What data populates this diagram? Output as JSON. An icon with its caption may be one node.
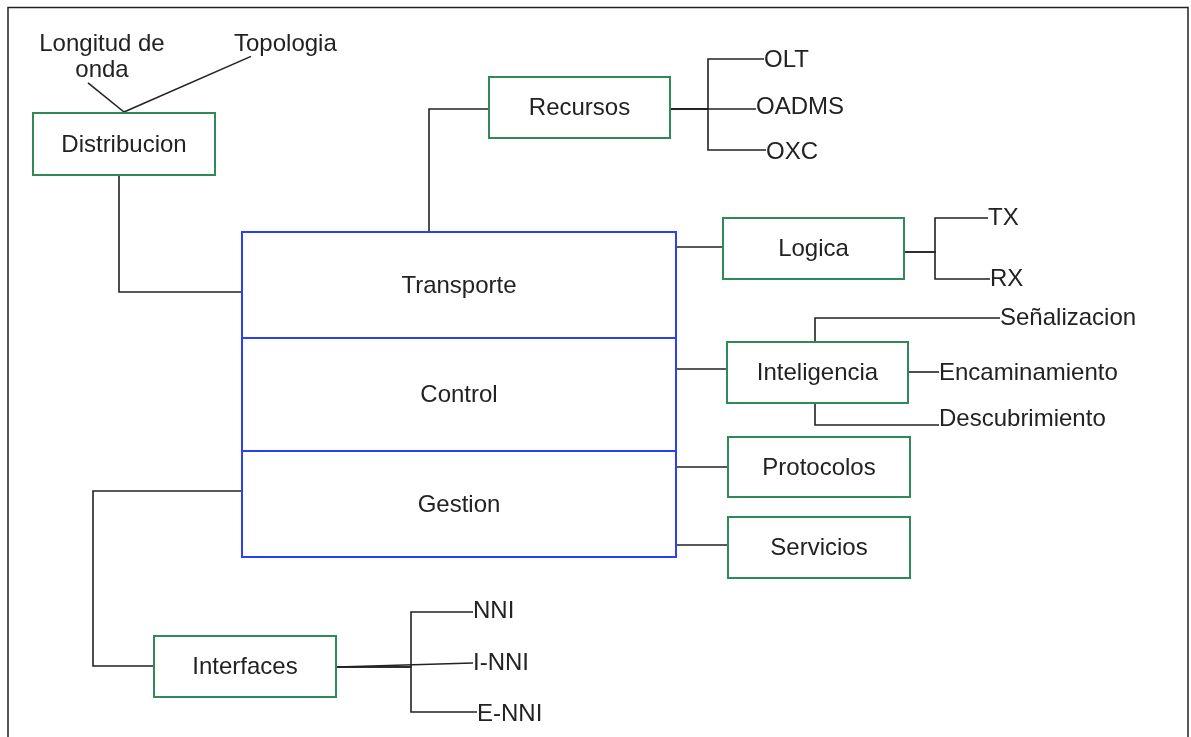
{
  "diagram": {
    "nodes": [
      {
        "text": [
          "Longitud de onda"
        ]
      },
      {
        "text": [
          "Topologia"
        ]
      },
      {
        "text": [
          "Distribucion"
        ]
      },
      {
        "text": [
          "Recursos"
        ]
      },
      {
        "text": [
          "OLT"
        ]
      },
      {
        "text": [
          "OADMS"
        ]
      },
      {
        "text": [
          "OXC"
        ]
      },
      {
        "text": [
          "Transporte"
        ]
      },
      {
        "text": [
          "Control"
        ]
      },
      {
        "text": [
          "Gestion"
        ]
      },
      {
        "text": [
          "Logica"
        ]
      },
      {
        "text": [
          "TX"
        ]
      },
      {
        "text": [
          "RX"
        ]
      },
      {
        "text": [
          "Inteligencia"
        ]
      },
      {
        "text": [
          "Señalizacion"
        ]
      },
      {
        "text": [
          "Encaminamiento"
        ]
      },
      {
        "text": [
          "Descubrimiento"
        ]
      },
      {
        "text": [
          "Protocolos"
        ]
      },
      {
        "text": [
          "Servicios"
        ]
      },
      {
        "text": [
          "Interfaces"
        ]
      },
      {
        "text": [
          "NNI"
        ]
      },
      {
        "text": [
          "I-NNI"
        ]
      },
      {
        "text": [
          "E-NNI"
        ]
      }
    ],
    "edges": [
      {
        "from": 0,
        "to": 2,
        "arrow": "none"
      },
      {
        "from": 1,
        "to": 2,
        "arrow": "none"
      },
      {
        "from": 2,
        "to": 7,
        "arrow": "none"
      },
      {
        "from": 7,
        "to": 3,
        "arrow": "none"
      },
      {
        "from": 3,
        "to": 4,
        "arrow": "none"
      },
      {
        "from": 3,
        "to": 5,
        "arrow": "none"
      },
      {
        "from": 3,
        "to": 6,
        "arrow": "none"
      },
      {
        "from": 7,
        "to": 10,
        "arrow": "none"
      },
      {
        "from": 10,
        "to": 11,
        "arrow": "none"
      },
      {
        "from": 10,
        "to": 12,
        "arrow": "none"
      },
      {
        "from": 8,
        "to": 13,
        "arrow": "none"
      },
      {
        "from": 13,
        "to": 14,
        "arrow": "none"
      },
      {
        "from": 13,
        "to": 15,
        "arrow": "none"
      },
      {
        "from": 13,
        "to": 16,
        "arrow": "none"
      },
      {
        "from": 9,
        "to": 17,
        "arrow": "none"
      },
      {
        "from": 9,
        "to": 18,
        "arrow": "none"
      },
      {
        "from": 9,
        "to": 19,
        "arrow": "none"
      },
      {
        "from": 19,
        "to": 20,
        "arrow": "none"
      },
      {
        "from": 19,
        "to": 21,
        "arrow": "none"
      },
      {
        "from": 19,
        "to": 22,
        "arrow": "none"
      }
    ]
  }
}
